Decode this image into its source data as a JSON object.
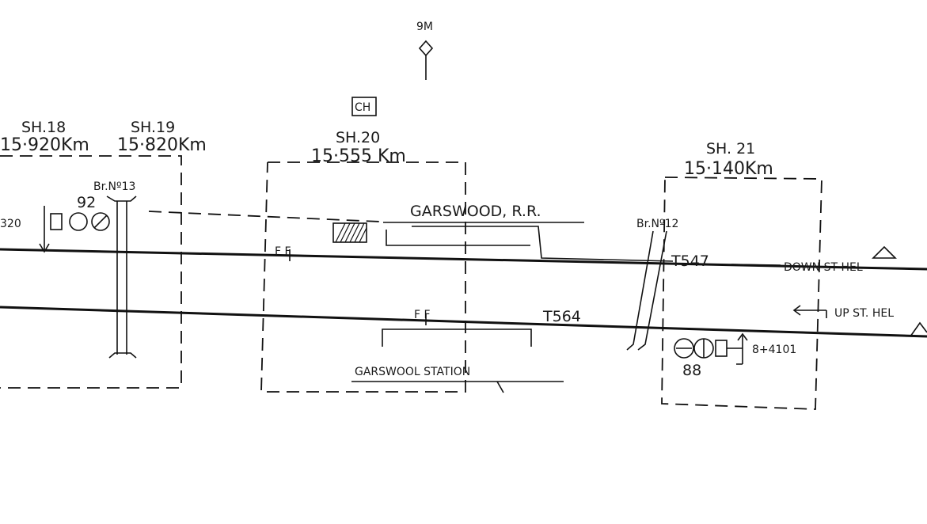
{
  "signal_box_top": {
    "label": "9M"
  },
  "ch_box": {
    "label": "CH"
  },
  "signal_housings": [
    {
      "id": "sh18",
      "name": "SH.18",
      "km": "15·920Km"
    },
    {
      "id": "sh19",
      "name": "SH.19",
      "km": "15·820Km"
    },
    {
      "id": "sh20",
      "name": "SH.20",
      "km": "15·555 Km"
    },
    {
      "id": "sh21",
      "name": "SH. 21",
      "km": "15·140Km"
    }
  ],
  "bridges": [
    {
      "id": "br13",
      "label": "Br.Nº13"
    },
    {
      "id": "br12",
      "label": "Br.Nº12"
    }
  ],
  "signals": [
    {
      "id": "sig92",
      "label": "92"
    },
    {
      "id": "sig88",
      "label": "88"
    }
  ],
  "track_circuits": {
    "left_edge": "320",
    "t547": "T547",
    "t564": "T564",
    "right_ref": "8+4101"
  },
  "feeds": {
    "down": "F F",
    "up": "F F"
  },
  "directions": {
    "down": "DOWN ST HEL",
    "up": "UP ST. HEL"
  },
  "places": {
    "rr": "GARSWOOD, R.R.",
    "station": "GARSWOOL STATION"
  },
  "colors": {
    "ink": "#111111",
    "paper": "#ffffff"
  }
}
